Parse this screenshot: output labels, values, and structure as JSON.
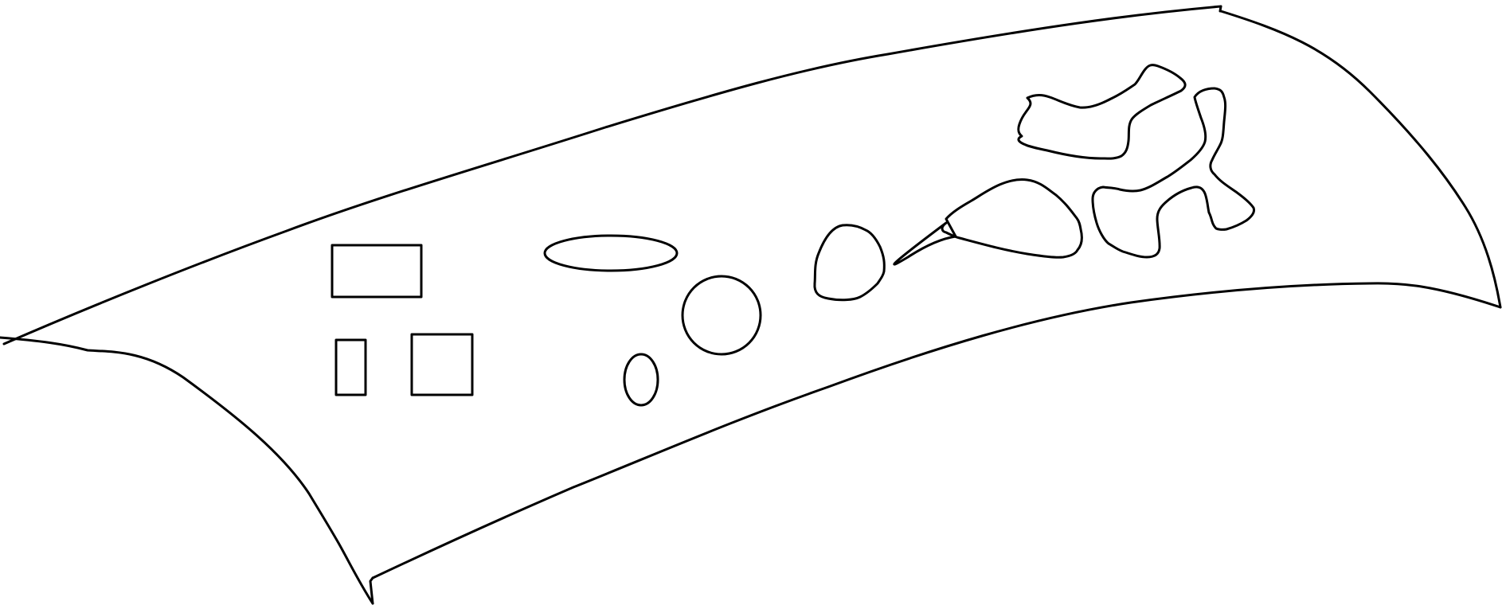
{
  "colors": {
    "background": "#ffffff",
    "stroke": "#000000"
  },
  "diagram": {
    "outline": "curved-sheet-outline",
    "shapes": [
      "rectangle-wide",
      "rectangle-tall",
      "square",
      "ellipse-wide",
      "ellipse-tall",
      "circle",
      "rounded-blob",
      "lobed-blob",
      "pointed-blob",
      "zigzag-blob"
    ]
  }
}
